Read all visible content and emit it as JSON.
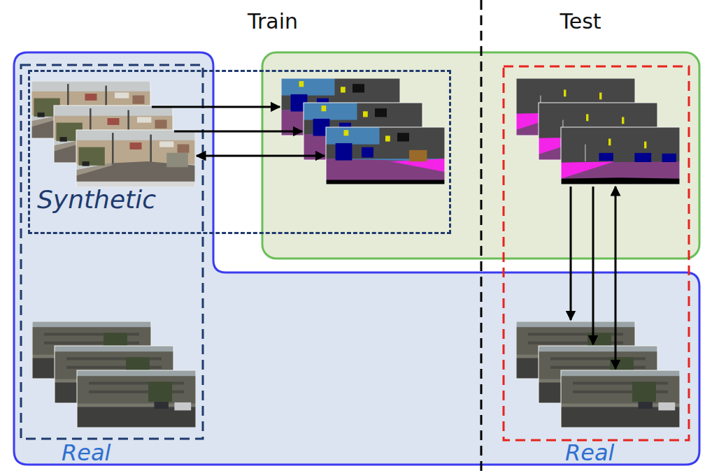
{
  "diagram": {
    "nodes": [
      {
        "text": [
          "Synthetic"
        ]
      },
      {
        "text": [],
        "in": 0
      },
      {
        "text": [],
        "in": 0
      },
      {
        "text": []
      },
      {
        "text": []
      },
      {
        "text": []
      }
    ],
    "edges": [
      {
        "from": 1,
        "to": 2,
        "arrow": "to"
      },
      {
        "from": 1,
        "to": 2,
        "arrow": "to"
      },
      {
        "from": 1,
        "to": 2,
        "arrow": "both"
      },
      {
        "from": 4,
        "to": 5,
        "arrow": "to"
      },
      {
        "from": 4,
        "to": 5,
        "arrow": "to"
      },
      {
        "from": 4,
        "to": 5,
        "arrow": "both"
      }
    ],
    "labels": [
      "Train",
      "Test",
      "Real",
      "Real"
    ]
  }
}
